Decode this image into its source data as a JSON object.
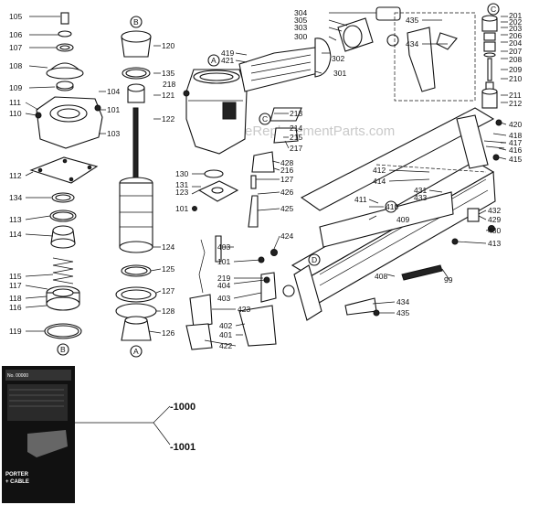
{
  "watermark": "eReplacementParts.com",
  "manual_box": {
    "number": "No. 00000",
    "brand_line1": "PORTER",
    "brand_line2": "+ CABLE"
  },
  "callouts": {
    "c1000": "-1000",
    "c1001": "-1001"
  },
  "circle_refs": [
    "A",
    "B",
    "C",
    "D"
  ],
  "part_numbers": {
    "p105": "105",
    "p106": "106",
    "p107": "107",
    "p108": "108",
    "p109": "109",
    "p104": "104",
    "p101a": "101",
    "p111": "111",
    "p110": "110",
    "p103": "103",
    "p112": "112",
    "p134": "134",
    "p113": "113",
    "p114": "114",
    "p115": "115",
    "p117": "117",
    "p118": "118",
    "p116": "116",
    "p119": "119",
    "p120": "120",
    "p135": "135",
    "p121": "121",
    "p218a": "218",
    "p122": "122",
    "p130": "130",
    "p131": "131",
    "p123": "123",
    "p101b": "101",
    "p124": "124",
    "p125": "125",
    "p127": "127",
    "p128": "128",
    "p126": "126",
    "p304": "304",
    "p305": "305",
    "p303": "303",
    "p300": "300",
    "p419": "419",
    "p421": "421",
    "p301": "301",
    "p302": "302",
    "p213": "213",
    "p214": "214",
    "p215": "215",
    "p217": "217",
    "p428": "428",
    "p216": "216",
    "p127b": "127",
    "p426": "426",
    "p425": "425",
    "p424": "424",
    "p403a": "403",
    "p101c": "101",
    "p219": "219",
    "p404": "404",
    "p403b": "403",
    "p423": "423",
    "p402": "402",
    "p401": "401",
    "p422": "422",
    "p435a": "435",
    "p434a": "434",
    "p201": "201",
    "p202": "202",
    "p203": "203",
    "p206": "206",
    "p204": "204",
    "p207": "207",
    "p208": "208",
    "p209": "209",
    "p210": "210",
    "p211": "211",
    "p212": "212",
    "p420": "420",
    "p418": "418",
    "p417": "417",
    "p416": "416",
    "p415": "415",
    "p412": "412",
    "p414": "414",
    "p411": "411",
    "p410": "410",
    "p431": "431",
    "p433": "433",
    "p409": "409",
    "p432": "432",
    "p429": "429",
    "p430": "430",
    "p413": "413",
    "p408": "408",
    "p99": "99",
    "p434b": "434",
    "p435b": "435"
  }
}
